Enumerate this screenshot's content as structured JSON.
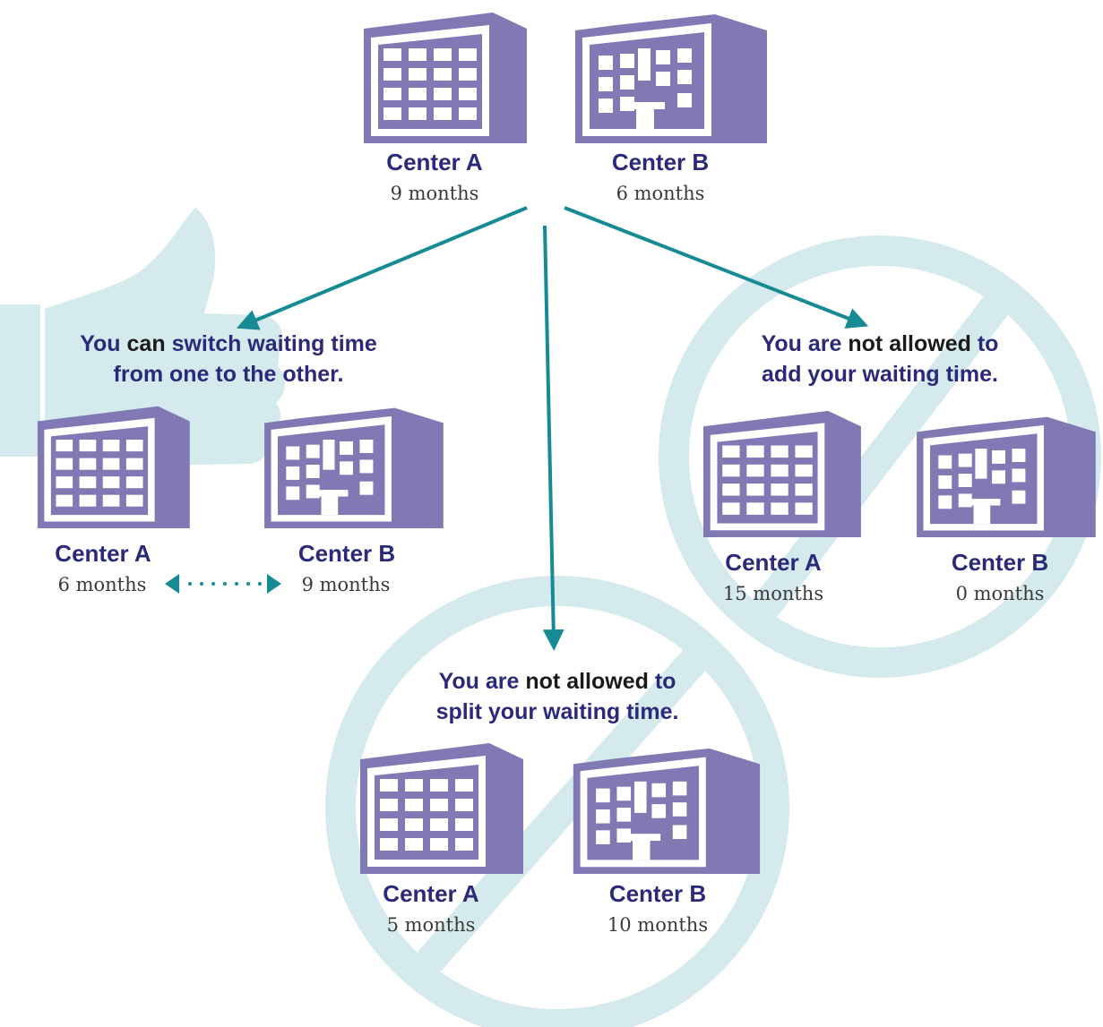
{
  "colors": {
    "building": "#8079b4",
    "text_dark": "#2b2a7a",
    "arrow": "#168b93",
    "background_motif": "#d5eaed",
    "value_text": "#3a3a3a"
  },
  "icons": {
    "building_a": "office-building-icon",
    "building_b": "office-building-with-entrance-icon",
    "no_sign": "prohibition-sign-icon",
    "thumb": "thumbs-up-icon"
  },
  "top": {
    "center_a": {
      "label": "Center A",
      "value": "9 months"
    },
    "center_b": {
      "label": "Center B",
      "value": "6 months"
    }
  },
  "switch_panel": {
    "line1": {
      "pre": "You ",
      "bold": "can",
      "post": " switch waiting time"
    },
    "line2": "from one to the other.",
    "center_a": {
      "label": "Center A",
      "value": "6 months"
    },
    "center_b": {
      "label": "Center B",
      "value": "9 months"
    }
  },
  "add_panel": {
    "line1": {
      "pre": "You are ",
      "bold": "not allowed",
      "post": " to"
    },
    "line2": "add your waiting time.",
    "center_a": {
      "label": "Center A",
      "value": "15 months"
    },
    "center_b": {
      "label": "Center B",
      "value": "0 months"
    }
  },
  "split_panel": {
    "line1": {
      "pre": "You are ",
      "bold": "not allowed",
      "post": " to"
    },
    "line2": "split your waiting time.",
    "center_a": {
      "label": "Center A",
      "value": "5 months"
    },
    "center_b": {
      "label": "Center B",
      "value": "10 months"
    }
  }
}
